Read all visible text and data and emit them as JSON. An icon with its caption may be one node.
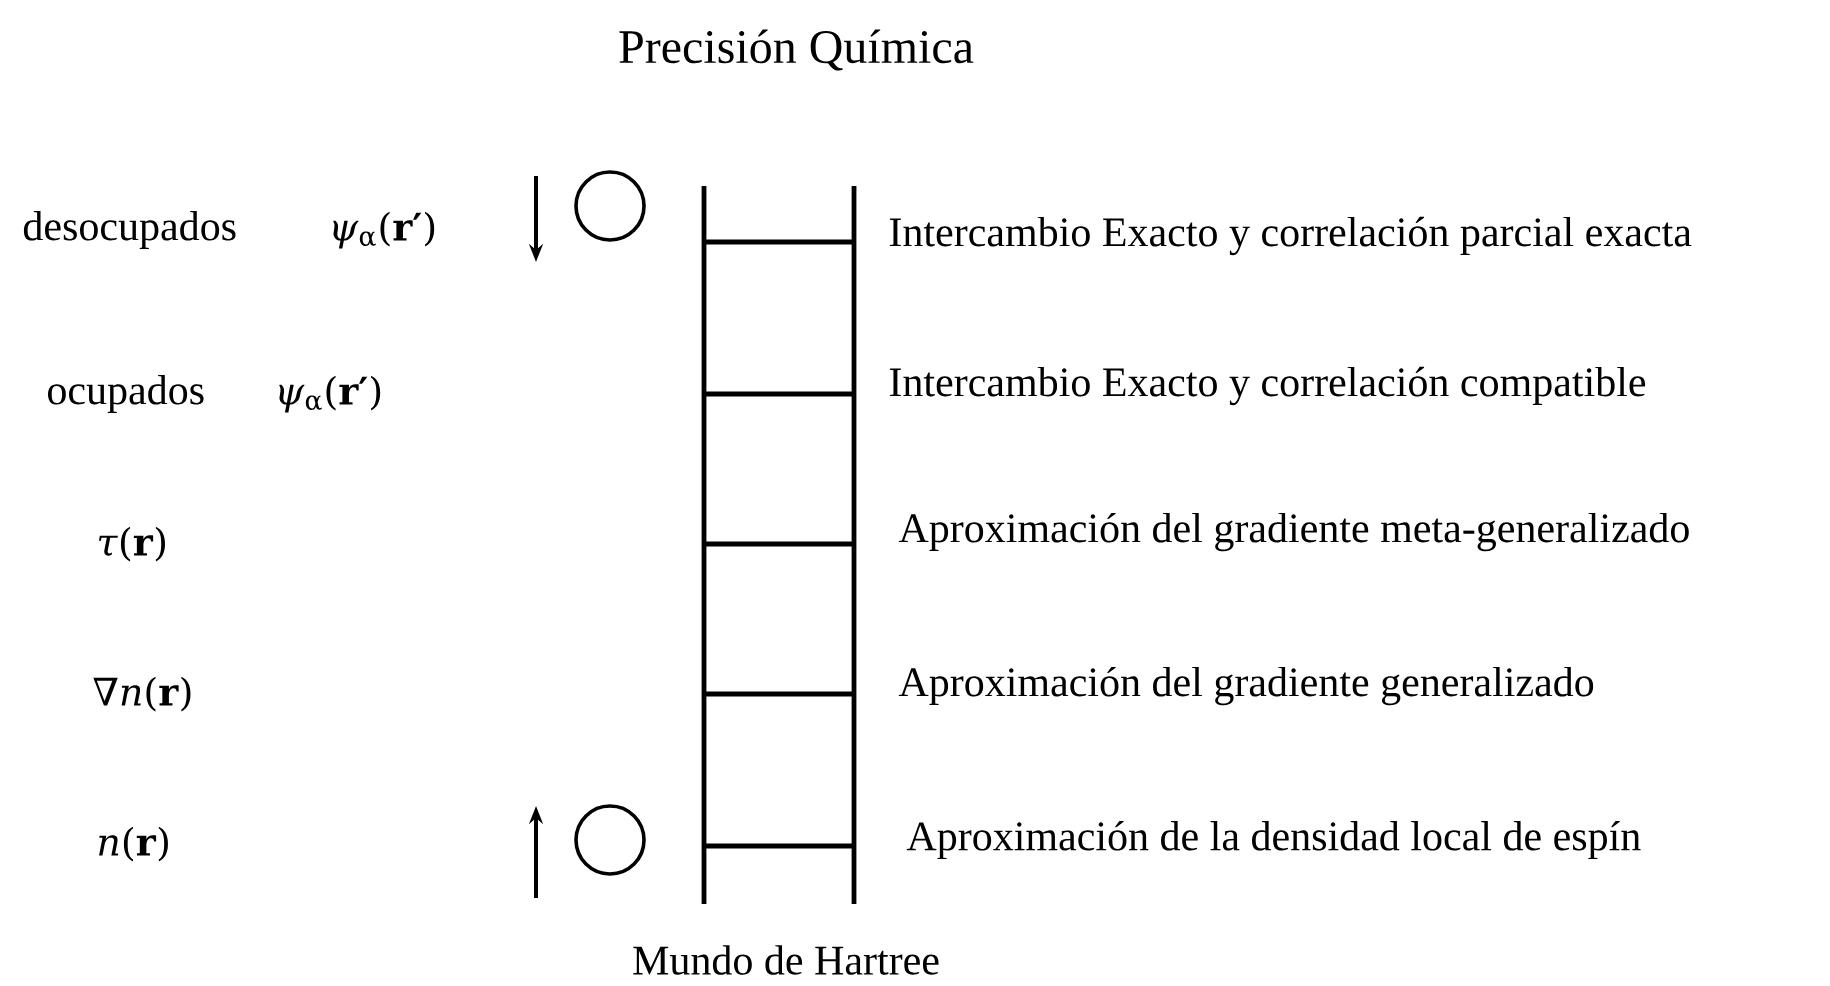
{
  "diagram": {
    "title": "Precisión Química",
    "labels": [
      "desocupados",
      "*ψ*$_{α}$(**r′**)",
      "Intercambio Exacto y correlación parcial exacta",
      "ocupados",
      "*ψ*$_{α}$(**r′**)",
      "Intercambio Exacto y correlación compatible",
      "*τ*(**r**)",
      "Aproximación del gradiente meta-generalizado",
      "∇*n*(**r**)",
      "Aproximación del gradiente generalizado",
      "*n*(**r**)",
      "Aproximación de la densidad local de espín",
      "Mundo de Hartree"
    ]
  }
}
